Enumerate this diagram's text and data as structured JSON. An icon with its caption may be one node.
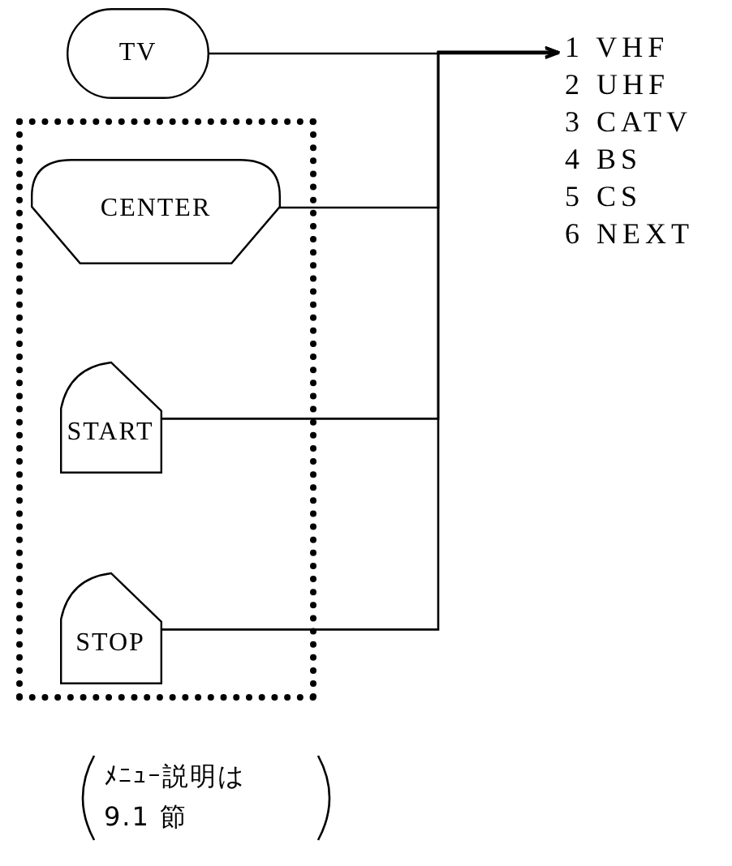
{
  "diagram": {
    "nodes": [
      {
        "text": [
          "TV"
        ]
      },
      {
        "text": [],
        "shape": "box"
      },
      {
        "text": [
          "CENTER"
        ],
        "in": 1
      },
      {
        "text": [
          "START"
        ],
        "in": 1
      },
      {
        "text": [
          "STOP"
        ],
        "in": 1
      },
      {
        "text": [
          "1 VHF",
          "2 UHF",
          "3 CATV",
          "4 BS",
          "5 CS",
          "6 NEXT"
        ]
      }
    ],
    "edges": [
      {
        "from": 0,
        "to": 5,
        "arrow": "to"
      },
      {
        "from": 2,
        "to": 5,
        "arrow": "to"
      },
      {
        "from": 3,
        "to": 5,
        "arrow": "to"
      },
      {
        "from": 4,
        "to": 5,
        "arrow": "to"
      }
    ],
    "labels": [
      "ﾒﾆｭｰ説明は 9.1 節"
    ]
  }
}
